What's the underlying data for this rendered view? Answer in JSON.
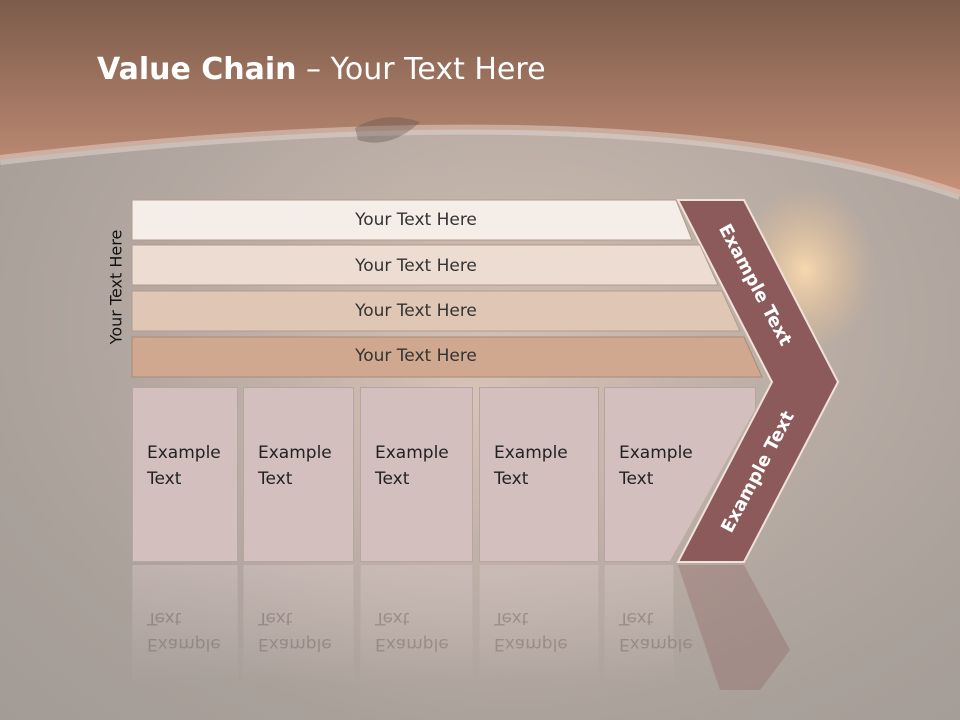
{
  "slide": {
    "title_bold": "Value Chain",
    "title_rest": " – Your Text Here",
    "side_label": "Your Text Here",
    "bars": [
      {
        "label": "Your Text Here"
      },
      {
        "label": "Your Text Here"
      },
      {
        "label": "Your Text Here"
      },
      {
        "label": "Your Text Here"
      }
    ],
    "columns": [
      {
        "line1": "Example",
        "line2": "Text"
      },
      {
        "line1": "Example",
        "line2": "Text"
      },
      {
        "line1": "Example",
        "line2": "Text"
      },
      {
        "line1": "Example",
        "line2": "Text"
      },
      {
        "line1": "Example",
        "line2": "Text"
      }
    ],
    "chevron_top": "Example Text",
    "chevron_bottom": "Example Text"
  },
  "colors": {
    "header_top": "#8a6553",
    "header_bottom": "#c8937a",
    "chevron_fill": "#8c5a5a",
    "column_fill": "#d4bfbf"
  }
}
